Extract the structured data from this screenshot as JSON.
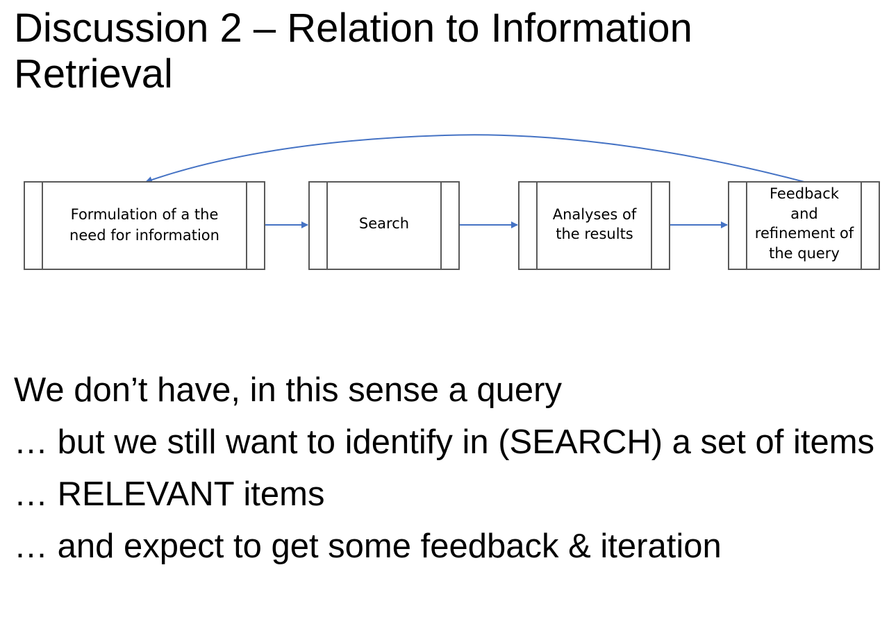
{
  "slide": {
    "title": "Discussion 2 – Relation to Information Retrieval"
  },
  "diagram": {
    "colors": {
      "arrow": "#4472C4",
      "box_border": "#595959",
      "box_fill": "#ffffff"
    },
    "boxes": [
      {
        "lines": [
          "Formulation of a the",
          "need for information"
        ]
      },
      {
        "lines": [
          "Search"
        ]
      },
      {
        "lines": [
          "Analyses of",
          "the results"
        ]
      },
      {
        "lines": [
          "Feedback",
          "and",
          "refinement of",
          "the query"
        ]
      }
    ]
  },
  "bullets": [
    "We don’t have, in this sense a query",
    "… but we still want to identify in (SEARCH) a set of items",
    "… RELEVANT items",
    "… and expect to get some feedback & iteration"
  ]
}
